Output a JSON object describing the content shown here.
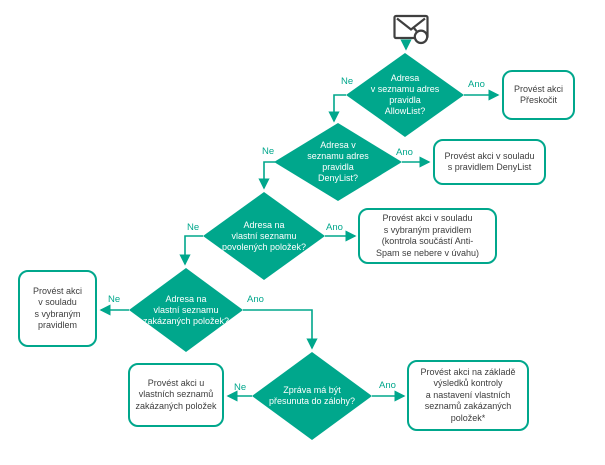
{
  "diagram_type": "flowchart",
  "colors": {
    "accent_teal": "#00a78c",
    "diamond_fill": "#00a78c",
    "diamond_text": "#ffffff",
    "action_border": "#00a78c",
    "action_text": "#3d3d3d",
    "icon_stroke": "#3f3f3f",
    "background": "#ffffff"
  },
  "icons": {
    "start": "envelope-with-badge"
  },
  "nodes": {
    "allowlist_decision": {
      "type": "decision",
      "text": "Adresa\nv seznamu adres\npravidla\nAllowList?"
    },
    "denylist_decision": {
      "type": "decision",
      "text": "Adresa v\nseznamu adres\npravidla\nDenyList?"
    },
    "allowed_items_decision": {
      "type": "decision",
      "text": "Adresa na\nvlastní seznamu\npovolených položek?"
    },
    "blocked_items_decision": {
      "type": "decision",
      "text": "Adresa na\nvlastní seznamu\nzakázaných položek?"
    },
    "backup_decision": {
      "type": "decision",
      "text": "Zpráva má být\npřesunuta do zálohy?"
    },
    "action_skip": {
      "type": "action",
      "text": "Provést akci\nPřeskočit"
    },
    "action_denylist": {
      "type": "action",
      "text": "Provést akci v souladu\ns pravidlem DenyList"
    },
    "action_selected_rule_antispam": {
      "type": "action",
      "text": "Provést akci v souladu\ns vybraným pravidlem\n(kontrola součástí Anti-\nSpam se nebere v úvahu)"
    },
    "action_selected_rule": {
      "type": "action",
      "text": "Provést akci\nv souladu\ns vybraným\npravidlem"
    },
    "action_custom_lists": {
      "type": "action",
      "text": "Provést akci u\nvlastních seznamů\nzakázaných položek"
    },
    "action_scan_results": {
      "type": "action",
      "text": "Provést akci na základě\nvýsledků kontroly\na nastavení vlastních\nseznamů zakázaných\npoložek*"
    }
  },
  "edges": [
    {
      "from": "message",
      "to": "allowlist_decision",
      "label": ""
    },
    {
      "from": "allowlist_decision",
      "to": "denylist_decision",
      "label": "Ne"
    },
    {
      "from": "allowlist_decision",
      "to": "action_skip",
      "label": "Ano"
    },
    {
      "from": "denylist_decision",
      "to": "allowed_items_decision",
      "label": "Ne"
    },
    {
      "from": "denylist_decision",
      "to": "action_denylist",
      "label": "Ano"
    },
    {
      "from": "allowed_items_decision",
      "to": "blocked_items_decision",
      "label": "Ne"
    },
    {
      "from": "allowed_items_decision",
      "to": "action_selected_rule_antispam",
      "label": "Ano"
    },
    {
      "from": "blocked_items_decision",
      "to": "action_selected_rule",
      "label": "Ne"
    },
    {
      "from": "blocked_items_decision",
      "to": "backup_decision",
      "label": "Ano"
    },
    {
      "from": "backup_decision",
      "to": "action_custom_lists",
      "label": "Ne"
    },
    {
      "from": "backup_decision",
      "to": "action_scan_results",
      "label": "Ano"
    }
  ]
}
